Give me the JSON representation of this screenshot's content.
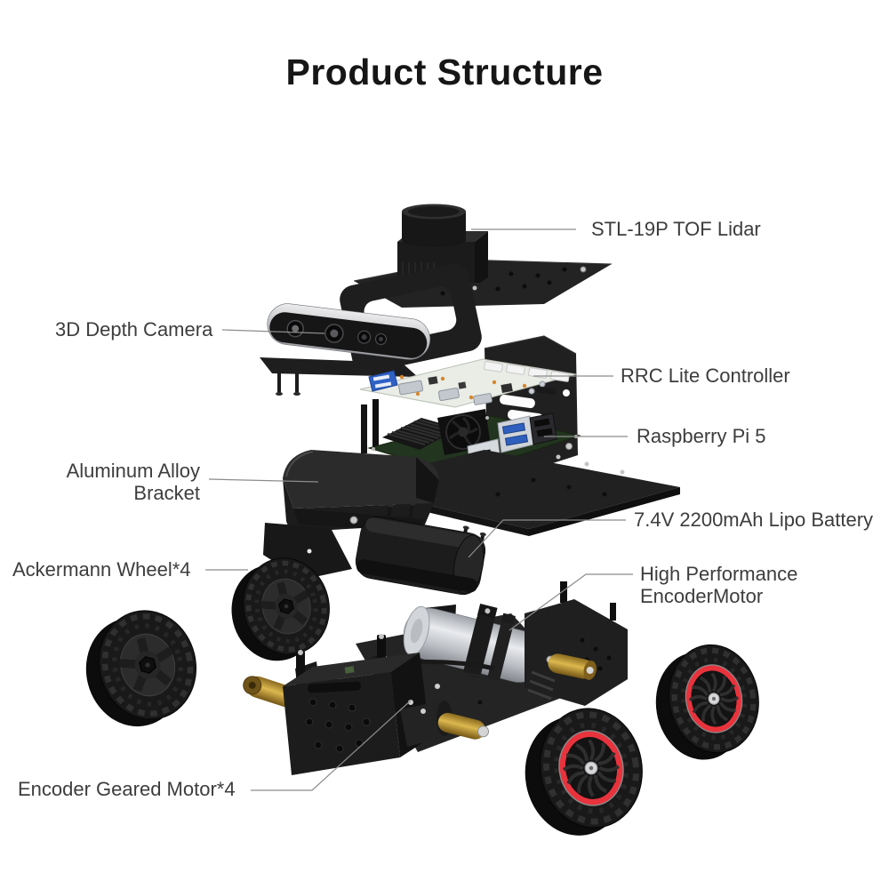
{
  "title": "Product Structure",
  "labels": {
    "lidar": "STL-19P TOF Lidar",
    "depth_camera": "3D Depth Camera",
    "controller": "RRC Lite Controller",
    "raspberry_pi": "Raspberry Pi 5",
    "bracket_line1": "Aluminum Alloy",
    "bracket_line2": "Bracket",
    "battery": "7.4V 2200mAh Lipo Battery",
    "encoder_motor_line1": "High Performance",
    "encoder_motor_line2": "EncoderMotor",
    "ackermann_wheel": "Ackermann Wheel*4",
    "geared_motor": "Encoder Geared Motor*4"
  },
  "colors": {
    "background": "#ffffff",
    "title_text": "#161616",
    "label_text": "#3d3d3d",
    "leader_line": "#8c8c8c",
    "part_black": "#1d1d1d",
    "motor_silver": "#c9ccd1",
    "brass": "#b5913a",
    "usb_blue": "#2f62c4",
    "pcb_light": "#e9ede6",
    "wheel_rim_red": "#e8333d"
  }
}
